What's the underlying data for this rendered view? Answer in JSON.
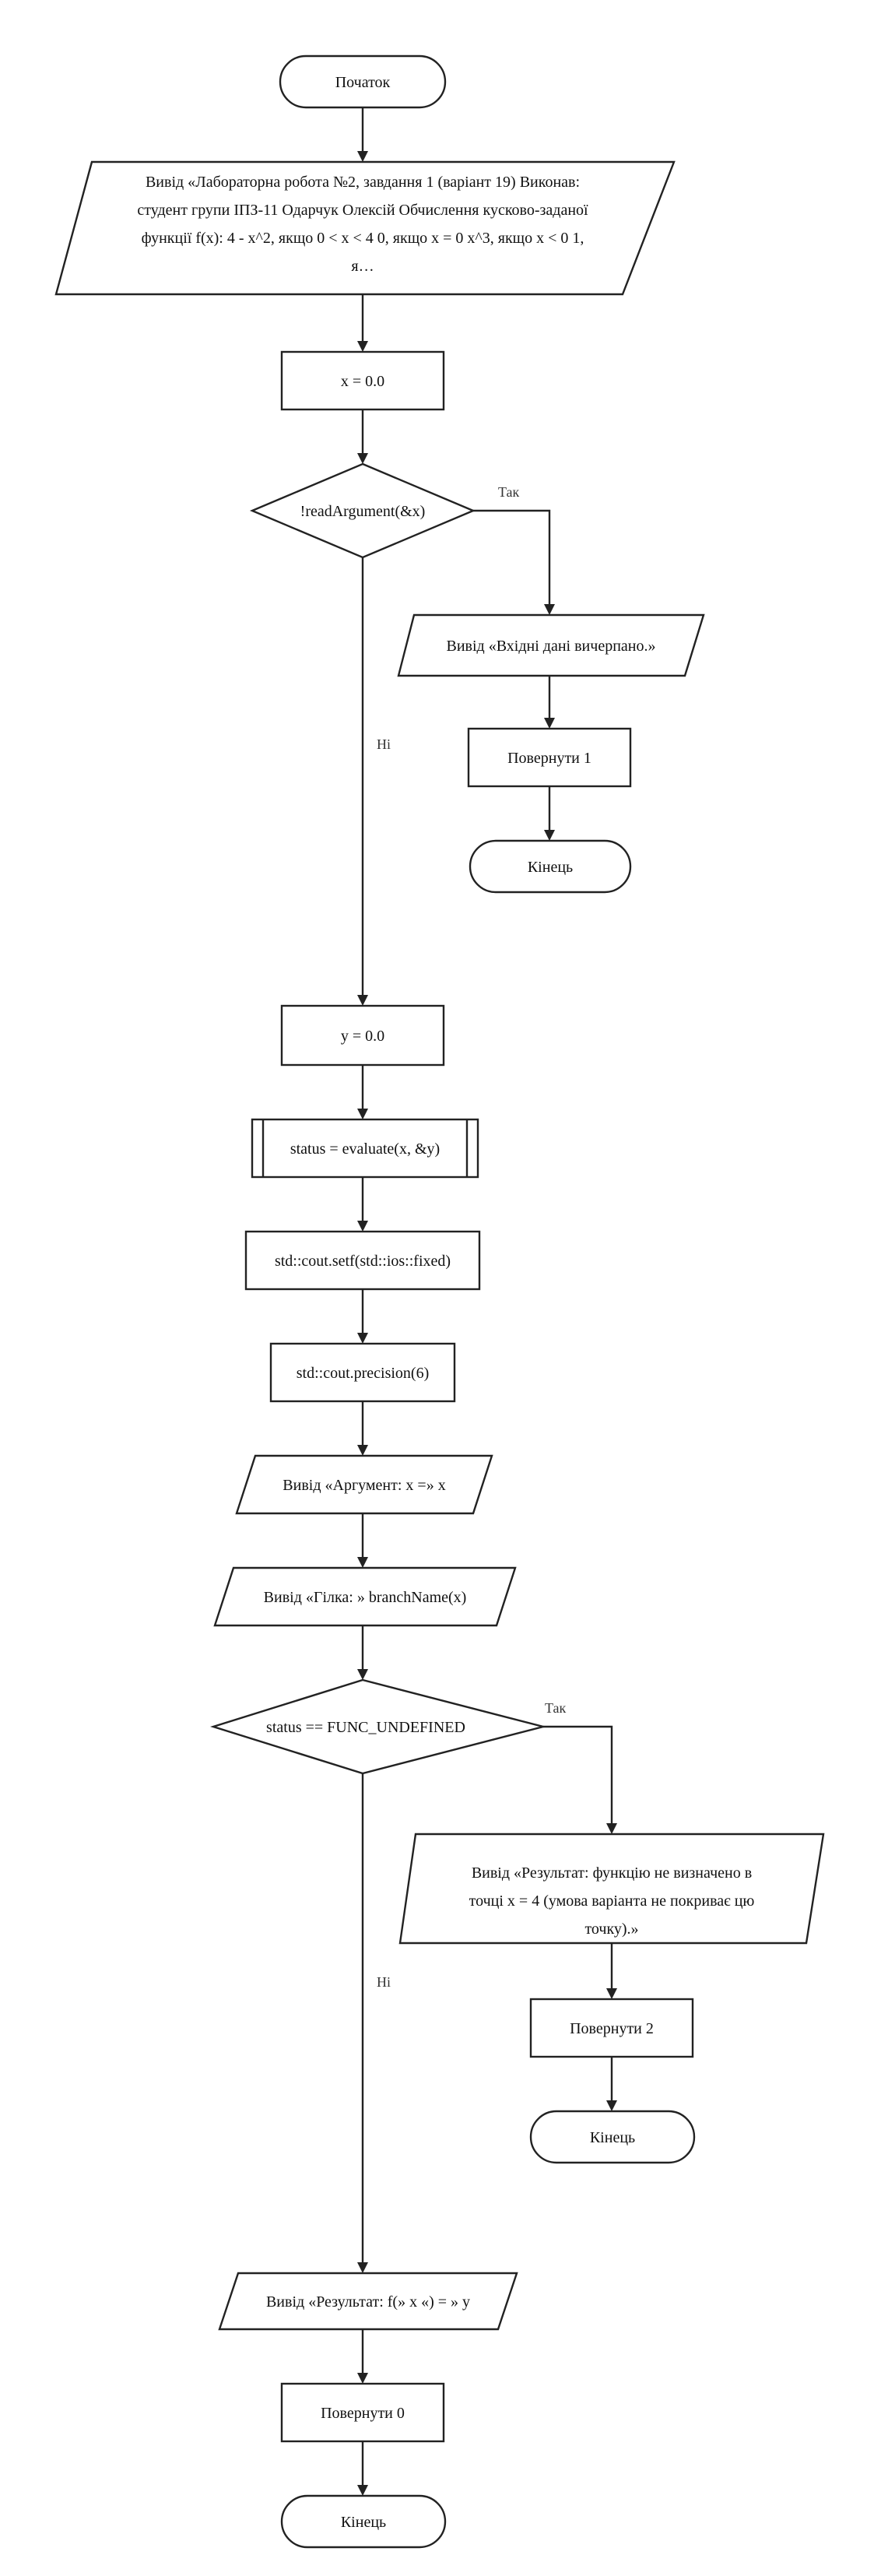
{
  "nodes": {
    "start": "Початок",
    "intro_line1": "Вивід «Лабораторна робота №2, завдання 1 (варіант 19) Виконав:",
    "intro_line2": "студент групи ІПЗ-11 Одарчук Олексій Обчислення кусково-заданої",
    "intro_line3": "функції f(x): 4 - x^2, якщо 0 < x < 4 0, якщо x = 0 x^3, якщо x < 0 1,",
    "intro_line4": "я…",
    "x_init": "x = 0.0",
    "read_cond": "!readArgument(&x)",
    "input_done": "Вивід «Вхідні дані вичерпано.»",
    "return1": "Повернути 1",
    "end1": "Кінець",
    "y_init": "y = 0.0",
    "evaluate": "status = evaluate(x, &y)",
    "setf": "std::cout.setf(std::ios::fixed)",
    "precision": "std::cout.precision(6)",
    "out_arg": "Вивід «Аргумент: x =» x",
    "out_branch": "Вивід «Гілка: » branchName(x)",
    "status_cond": "status == FUNC_UNDEFINED",
    "undef_line1": "Вивід «Результат: функцію не визначено в",
    "undef_line2": "точці x = 4 (умова варіанта не покриває цю",
    "undef_line3": "точку).»",
    "return2": "Повернути 2",
    "end2": "Кінець",
    "out_result": "Вивід «Результат: f(» x «) = » y",
    "return0": "Повернути 0",
    "end0": "Кінець"
  },
  "edge_labels": {
    "yes1": "Так",
    "no1": "Ні",
    "yes2": "Так",
    "no2": "Ні"
  }
}
